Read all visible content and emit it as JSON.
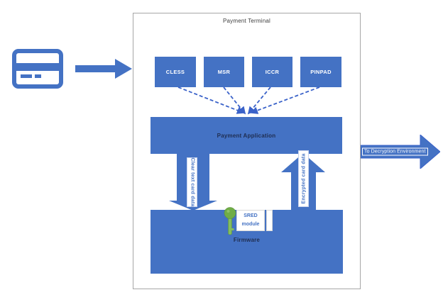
{
  "diagram": {
    "terminal_title": "Payment Terminal",
    "devices": [
      {
        "label": "CLESS"
      },
      {
        "label": "MSR"
      },
      {
        "label": "ICCR"
      },
      {
        "label": "PINPAD"
      }
    ],
    "payment_application_label": "Payment Application",
    "firmware_label": "Firmware",
    "sred_module_label": "SRED module",
    "down_arrow_label": "Clear text card data",
    "up_arrow_label": "Encrypted card data",
    "output_arrow_label": "To Decryption Environment",
    "colors": {
      "shape_blue": "#4472C4",
      "dashed_line_blue": "#3A62C9",
      "key_green": "#70AD47",
      "dark_text": "#1F2D50",
      "outer_border_gray": "#A6A6A6",
      "label_text_blue": "#4472C4",
      "white": "#FFFFFF"
    }
  }
}
